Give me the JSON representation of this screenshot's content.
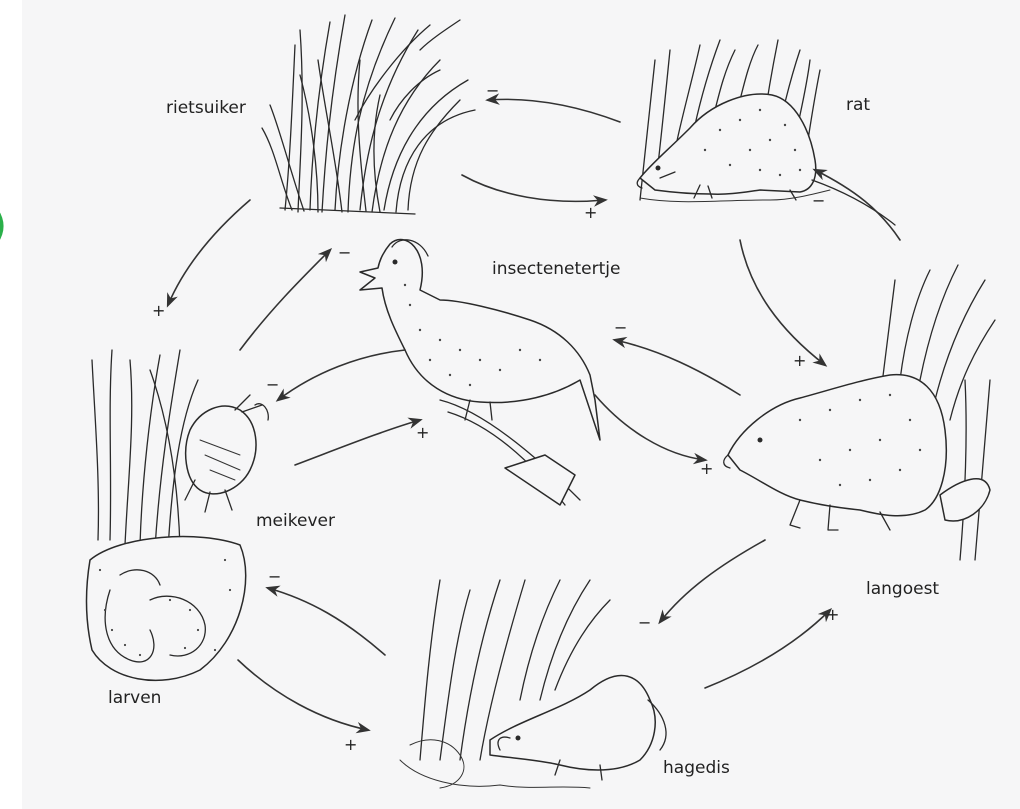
{
  "labels": {
    "rietsuiker": "rietsuiker",
    "rat": "rat",
    "insectenetertje": "insectenetertje",
    "meikever": "meikever",
    "larven": "larven",
    "langoest": "langoest",
    "hagedis": "hagedis"
  },
  "signs": {
    "rat_to_rietsuiker": "−",
    "rietsuiker_to_rat": "+",
    "langoest_to_rat": "−",
    "rietsuiker_to_meikever": "+",
    "meikever_to_rietsuiker": "−",
    "rat_to_langoest": "+",
    "langoest_to_insectenetertje": "−",
    "insectenetertje_to_meikever": "−",
    "meikever_to_insectenetertje": "+",
    "insectenetertje_to_langoest": "+",
    "hagedis_to_larven": "−",
    "larven_to_hagedis": "+",
    "langoest_to_hagedis": "−",
    "hagedis_to_langoest": "+"
  },
  "edge_fragment": ")",
  "colors": {
    "edge_fragment": "#2bb04a",
    "ink": "#2a2a2a",
    "background": "#f6f6f7"
  }
}
